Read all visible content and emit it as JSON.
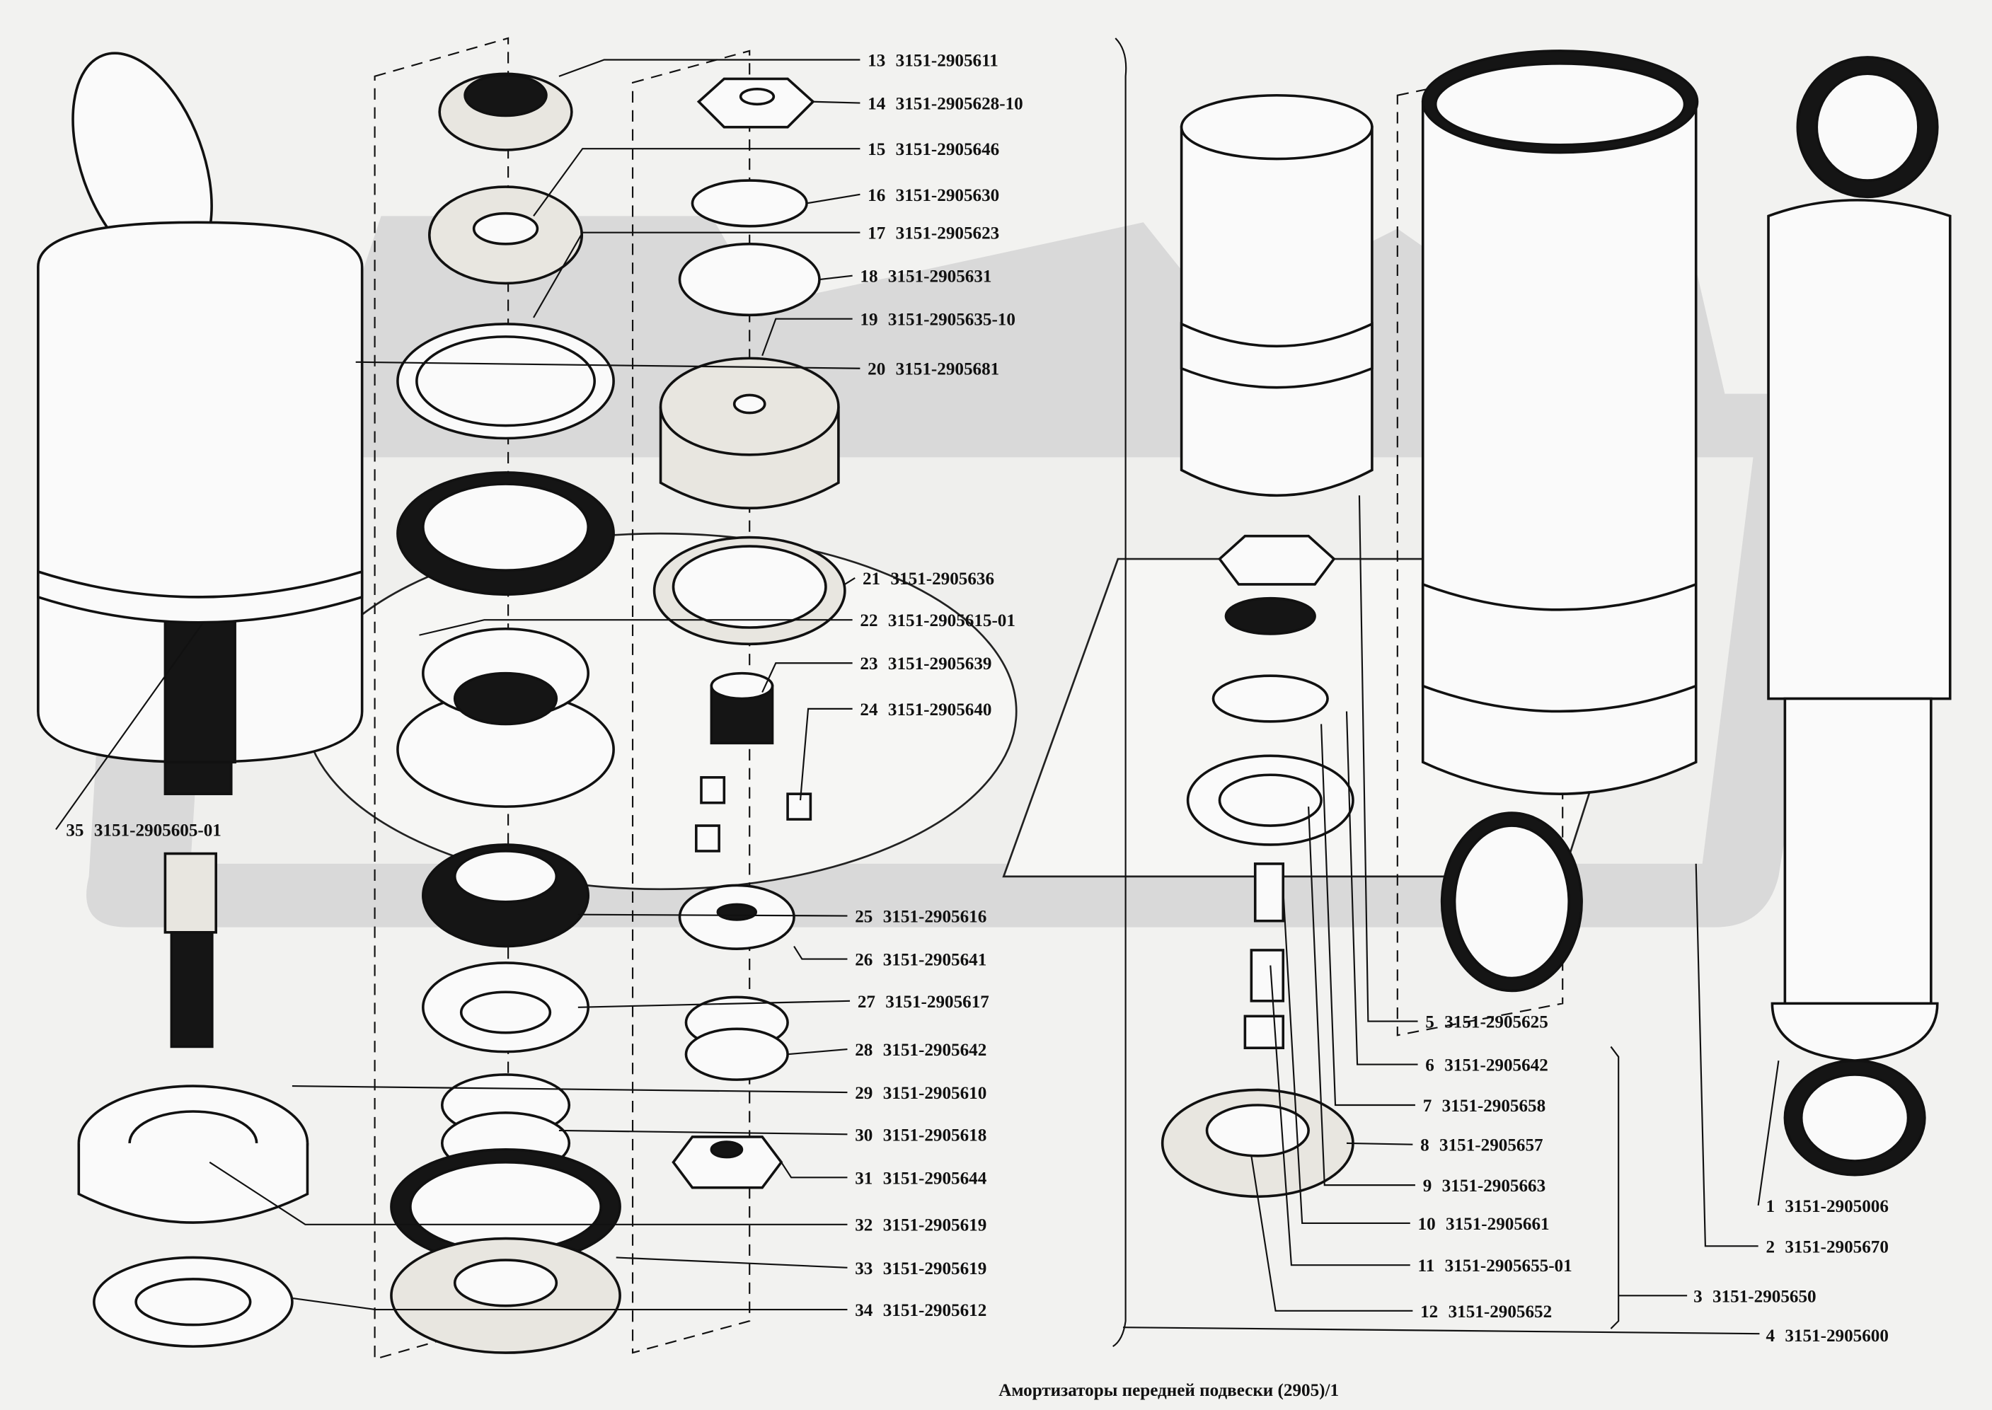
{
  "title": "Амортизаторы передней подвески (2905)/1",
  "watermark_color": "#d9d9d9",
  "parts": [
    {
      "no": "1",
      "code": "3151-2905006"
    },
    {
      "no": "2",
      "code": "3151-2905670"
    },
    {
      "no": "3",
      "code": "3151-2905650"
    },
    {
      "no": "4",
      "code": "3151-2905600"
    },
    {
      "no": "5",
      "code": "3151-2905625"
    },
    {
      "no": "6",
      "code": "3151-2905642"
    },
    {
      "no": "7",
      "code": "3151-2905658"
    },
    {
      "no": "8",
      "code": "3151-2905657"
    },
    {
      "no": "9",
      "code": "3151-2905663"
    },
    {
      "no": "10",
      "code": "3151-2905661"
    },
    {
      "no": "11",
      "code": "3151-2905655-01"
    },
    {
      "no": "12",
      "code": "3151-2905652"
    },
    {
      "no": "13",
      "code": "3151-2905611"
    },
    {
      "no": "14",
      "code": "3151-2905628-10"
    },
    {
      "no": "15",
      "code": "3151-2905646"
    },
    {
      "no": "16",
      "code": "3151-2905630"
    },
    {
      "no": "17",
      "code": "3151-2905623"
    },
    {
      "no": "18",
      "code": "3151-2905631"
    },
    {
      "no": "19",
      "code": "3151-2905635-10"
    },
    {
      "no": "20",
      "code": "3151-2905681"
    },
    {
      "no": "21",
      "code": "3151-2905636"
    },
    {
      "no": "22",
      "code": "3151-2905615-01"
    },
    {
      "no": "23",
      "code": "3151-2905639"
    },
    {
      "no": "24",
      "code": "3151-2905640"
    },
    {
      "no": "25",
      "code": "3151-2905616"
    },
    {
      "no": "26",
      "code": "3151-2905641"
    },
    {
      "no": "27",
      "code": "3151-2905617"
    },
    {
      "no": "28",
      "code": "3151-2905642"
    },
    {
      "no": "29",
      "code": "3151-2905610"
    },
    {
      "no": "30",
      "code": "3151-2905618"
    },
    {
      "no": "31",
      "code": "3151-2905644"
    },
    {
      "no": "32",
      "code": "3151-2905619"
    },
    {
      "no": "33",
      "code": "3151-2905619"
    },
    {
      "no": "34",
      "code": "3151-2905612"
    },
    {
      "no": "35",
      "code": "3151-2905605-01"
    }
  ]
}
